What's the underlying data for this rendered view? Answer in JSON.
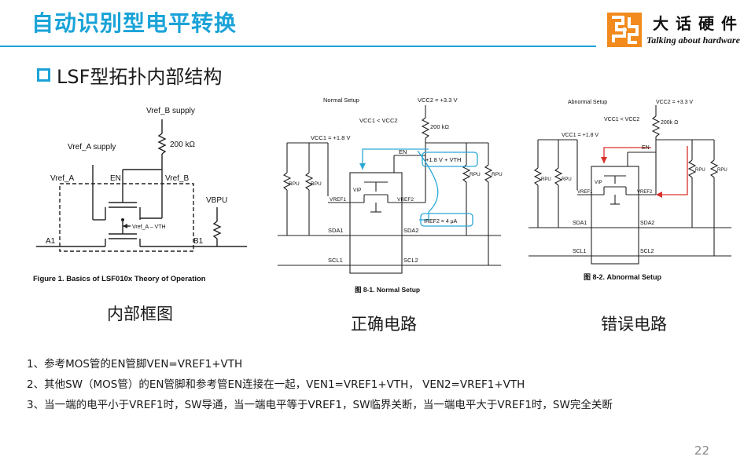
{
  "title": "自动识别型电平转换",
  "logo": {
    "text_zh": "大话硬件",
    "text_en": "Talking about hardware"
  },
  "subtitle": "LSF型拓扑内部结构",
  "fig1": {
    "vref_b_supply": "Vref_B supply",
    "r200": "200 kΩ",
    "vref_a_supply": "Vref_A supply",
    "vref_a": "Vref_A",
    "en": "EN",
    "vref_b": "Vref_B",
    "vbpu": "VBPU",
    "vth_label": "Vref_A – VTH",
    "a1": "A1",
    "b1": "B1",
    "caption": "Figure 1. Basics of LSF010x Theory of Operation"
  },
  "fig2": {
    "title": "Normal Setup",
    "vcc2": "VCC2 = +3.3 V",
    "cmp": "VCC1 < VCC2",
    "r200": "200 kΩ",
    "vcc1": "VCC1 = +1.8 V",
    "en": "EN",
    "vplus": "+1.8 V + VTH",
    "rpu": "RPU",
    "vref1": "VREF1",
    "vref2": "VREF2",
    "vip": "VIP",
    "iref": "IREF2 = 4 μA",
    "sda1": "SDA1",
    "sda2": "SDA2",
    "scl1": "SCL1",
    "scl2": "SCL2",
    "caption": "图 8-1. Normal Setup"
  },
  "fig3": {
    "title": "Abnormal Setup",
    "vcc2": "VCC2 = +3.3 V",
    "cmp": "VCC1 < VCC2",
    "r200": "200k Ω",
    "vcc1": "VCC1 = +1.8 V",
    "en": "EN",
    "rpu": "RPU",
    "vref1": "VREF1",
    "vref2": "VREF2",
    "vip": "VIP",
    "sda1": "SDA1",
    "sda2": "SDA2",
    "scl1": "SCL1",
    "scl2": "SCL2",
    "caption": "图 8-2. Abnormal Setup"
  },
  "captions": {
    "internal": "内部框图",
    "correct": "正确电路",
    "wrong": "错误电路"
  },
  "notes": [
    "1、参考MOS管的EN管脚VEN=VREF1+VTH",
    "2、其他SW（MOS管）的EN管脚和参考管EN连接在一起，VEN1=VREF1+VTH，  VEN2=VREF1+VTH",
    "3、当一端的电平小于VREF1时，SW导通，当一端电平等于VREF1，SW临界关断，当一端电平大于VREF1时，SW完全关断"
  ],
  "page_number": "22",
  "colors": {
    "accent": "#1aa3d8",
    "highlight_blue": "#2aa7d6",
    "highlight_red": "#d9302b"
  }
}
